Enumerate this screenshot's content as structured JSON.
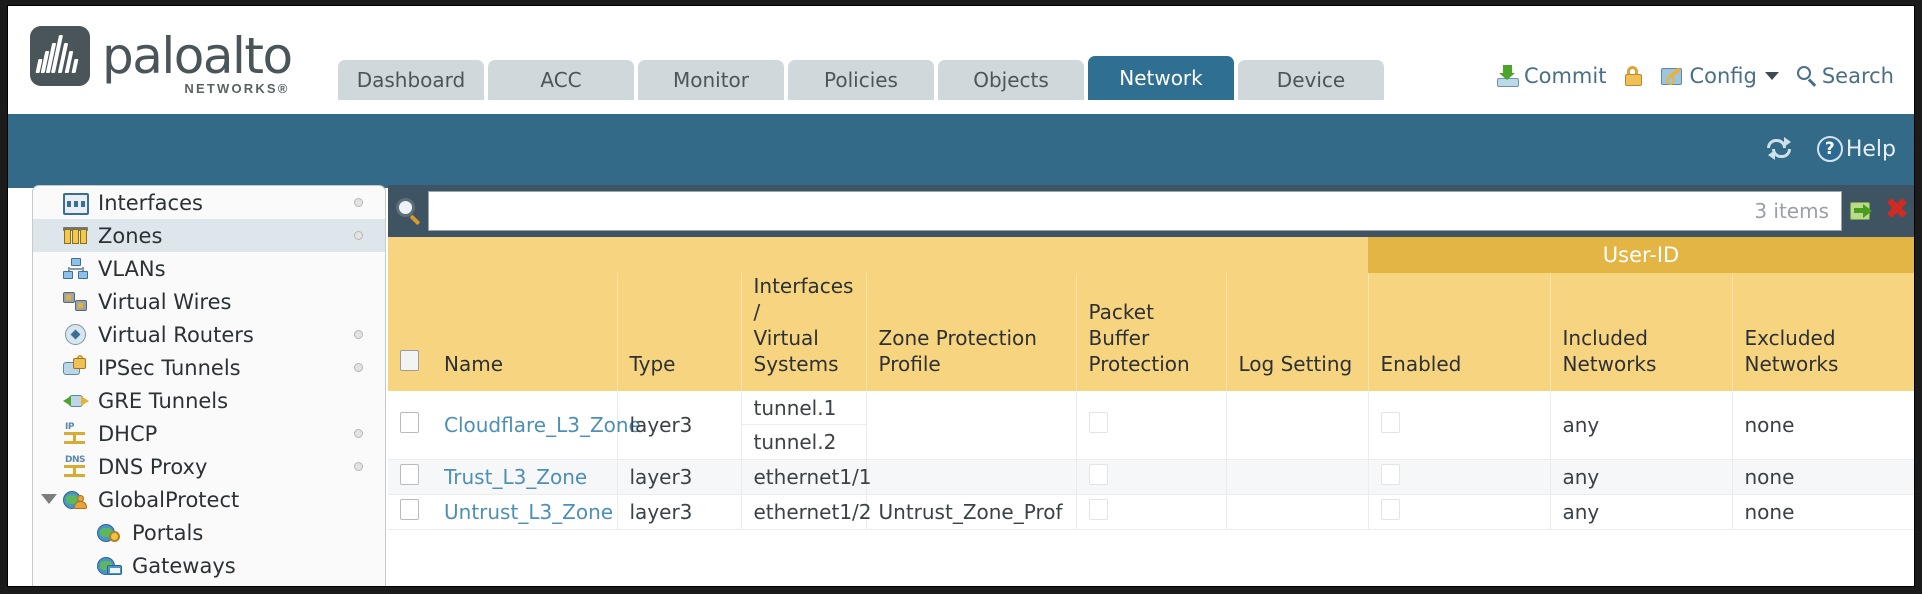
{
  "brand": {
    "name": "paloalto",
    "sub": "NETWORKS",
    "registered": "®"
  },
  "tabs": [
    {
      "label": "Dashboard",
      "active": false
    },
    {
      "label": "ACC",
      "active": false
    },
    {
      "label": "Monitor",
      "active": false
    },
    {
      "label": "Policies",
      "active": false
    },
    {
      "label": "Objects",
      "active": false
    },
    {
      "label": "Network",
      "active": true
    },
    {
      "label": "Device",
      "active": false
    }
  ],
  "topright": {
    "commit_label": "Commit",
    "lock_icon": "padlock-icon",
    "config_label": "Config",
    "search_label": "Search"
  },
  "band": {
    "refresh_icon": "refresh-icon",
    "help_label": "Help",
    "help_glyph": "?"
  },
  "sidebar": {
    "items": [
      {
        "label": "Interfaces",
        "icon": "interfaces-icon",
        "selected": false,
        "dot": true,
        "child": false,
        "expander": false
      },
      {
        "label": "Zones",
        "icon": "zones-icon",
        "selected": true,
        "dot": true,
        "child": false,
        "expander": false
      },
      {
        "label": "VLANs",
        "icon": "vlans-icon",
        "selected": false,
        "dot": false,
        "child": false,
        "expander": false
      },
      {
        "label": "Virtual Wires",
        "icon": "virtual-wires-icon",
        "selected": false,
        "dot": false,
        "child": false,
        "expander": false
      },
      {
        "label": "Virtual Routers",
        "icon": "virtual-routers-icon",
        "selected": false,
        "dot": true,
        "child": false,
        "expander": false
      },
      {
        "label": "IPSec Tunnels",
        "icon": "ipsec-tunnels-icon",
        "selected": false,
        "dot": true,
        "child": false,
        "expander": false
      },
      {
        "label": "GRE Tunnels",
        "icon": "gre-tunnels-icon",
        "selected": false,
        "dot": false,
        "child": false,
        "expander": false
      },
      {
        "label": "DHCP",
        "icon": "dhcp-icon",
        "selected": false,
        "dot": true,
        "child": false,
        "expander": false
      },
      {
        "label": "DNS Proxy",
        "icon": "dns-proxy-icon",
        "selected": false,
        "dot": true,
        "child": false,
        "expander": false
      },
      {
        "label": "GlobalProtect",
        "icon": "globalprotect-icon",
        "selected": false,
        "dot": false,
        "child": false,
        "expander": true
      },
      {
        "label": "Portals",
        "icon": "portals-icon",
        "selected": false,
        "dot": false,
        "child": true,
        "expander": false
      },
      {
        "label": "Gateways",
        "icon": "gateways-icon",
        "selected": false,
        "dot": false,
        "child": true,
        "expander": false
      }
    ],
    "dhcp_badge": "IP",
    "dns_badge": "DNS"
  },
  "search": {
    "value": "",
    "placeholder": "",
    "items_count": "3 items",
    "go_icon": "go-arrow-icon",
    "clear_icon": "clear-x-icon",
    "clear_glyph": "✖"
  },
  "table": {
    "group_header": "User-ID",
    "columns": [
      "Name",
      "Type",
      "Interfaces / Virtual Systems",
      "Zone Protection Profile",
      "Packet Buffer Protection",
      "Log Setting",
      "Enabled",
      "Included Networks",
      "Excluded Networks"
    ],
    "column_lines": {
      "interfaces": [
        "Interfaces /",
        "Virtual",
        "Systems"
      ],
      "zone_protection": [
        "Zone Protection",
        "Profile"
      ],
      "packet_buffer": [
        "Packet Buffer",
        "Protection"
      ],
      "included": [
        "Included",
        "Networks"
      ],
      "excluded": [
        "Excluded",
        "Networks"
      ]
    },
    "rows": [
      {
        "name": "Cloudflare_L3_Zone",
        "type": "layer3",
        "interfaces": [
          "tunnel.1",
          "tunnel.2"
        ],
        "zone_protection_profile": "",
        "packet_buffer_protection": false,
        "log_setting": "",
        "userid_enabled": false,
        "included_networks": "any",
        "excluded_networks": "none",
        "selected": false
      },
      {
        "name": "Trust_L3_Zone",
        "type": "layer3",
        "interfaces": [
          "ethernet1/1"
        ],
        "zone_protection_profile": "",
        "packet_buffer_protection": false,
        "log_setting": "",
        "userid_enabled": false,
        "included_networks": "any",
        "excluded_networks": "none",
        "selected": false
      },
      {
        "name": "Untrust_L3_Zone",
        "type": "layer3",
        "interfaces": [
          "ethernet1/2"
        ],
        "zone_protection_profile": "Untrust_Zone_Prof",
        "packet_buffer_protection": false,
        "log_setting": "",
        "userid_enabled": false,
        "included_networks": "any",
        "excluded_networks": "none",
        "selected": false
      }
    ]
  },
  "colors": {
    "accent_teal": "#336a88",
    "tab_active": "#2f6f91",
    "table_header": "#f6d480",
    "group_header": "#e2b545",
    "link": "#4d8fb5",
    "search_bar_bg": "#3e5463"
  }
}
